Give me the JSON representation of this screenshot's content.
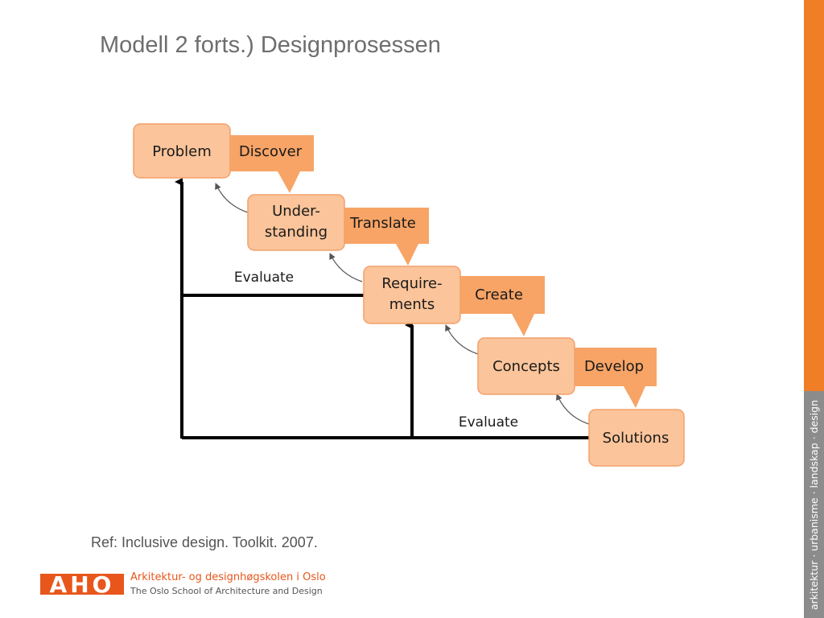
{
  "slide": {
    "title": "Modell 2 forts.) Designprosessen",
    "reference": "Ref: Inclusive design. Toolkit. 2007.",
    "side_text": "arkitektur · urbanisme · landskap · design"
  },
  "diagram": {
    "stages": [
      {
        "lines": [
          "Problem"
        ]
      },
      {
        "lines": [
          "Under-",
          "standing"
        ]
      },
      {
        "lines": [
          "Require-",
          "ments"
        ]
      },
      {
        "lines": [
          "Concepts"
        ]
      },
      {
        "lines": [
          "Solutions"
        ]
      }
    ],
    "actions": [
      "Discover",
      "Translate",
      "Create",
      "Develop"
    ],
    "evaluate_labels": [
      "Evaluate",
      "Evaluate"
    ],
    "colors": {
      "stage_fill": "#fbc49a",
      "stage_stroke": "#f3a06c",
      "action_fill": "#f7a466",
      "feedback": "#000000"
    }
  },
  "logo": {
    "mark": "AHO",
    "line1": "Arkitektur- og designhøgskolen i Oslo",
    "line2": "The Oslo School of Architecture and Design",
    "color": "#e8561c"
  }
}
